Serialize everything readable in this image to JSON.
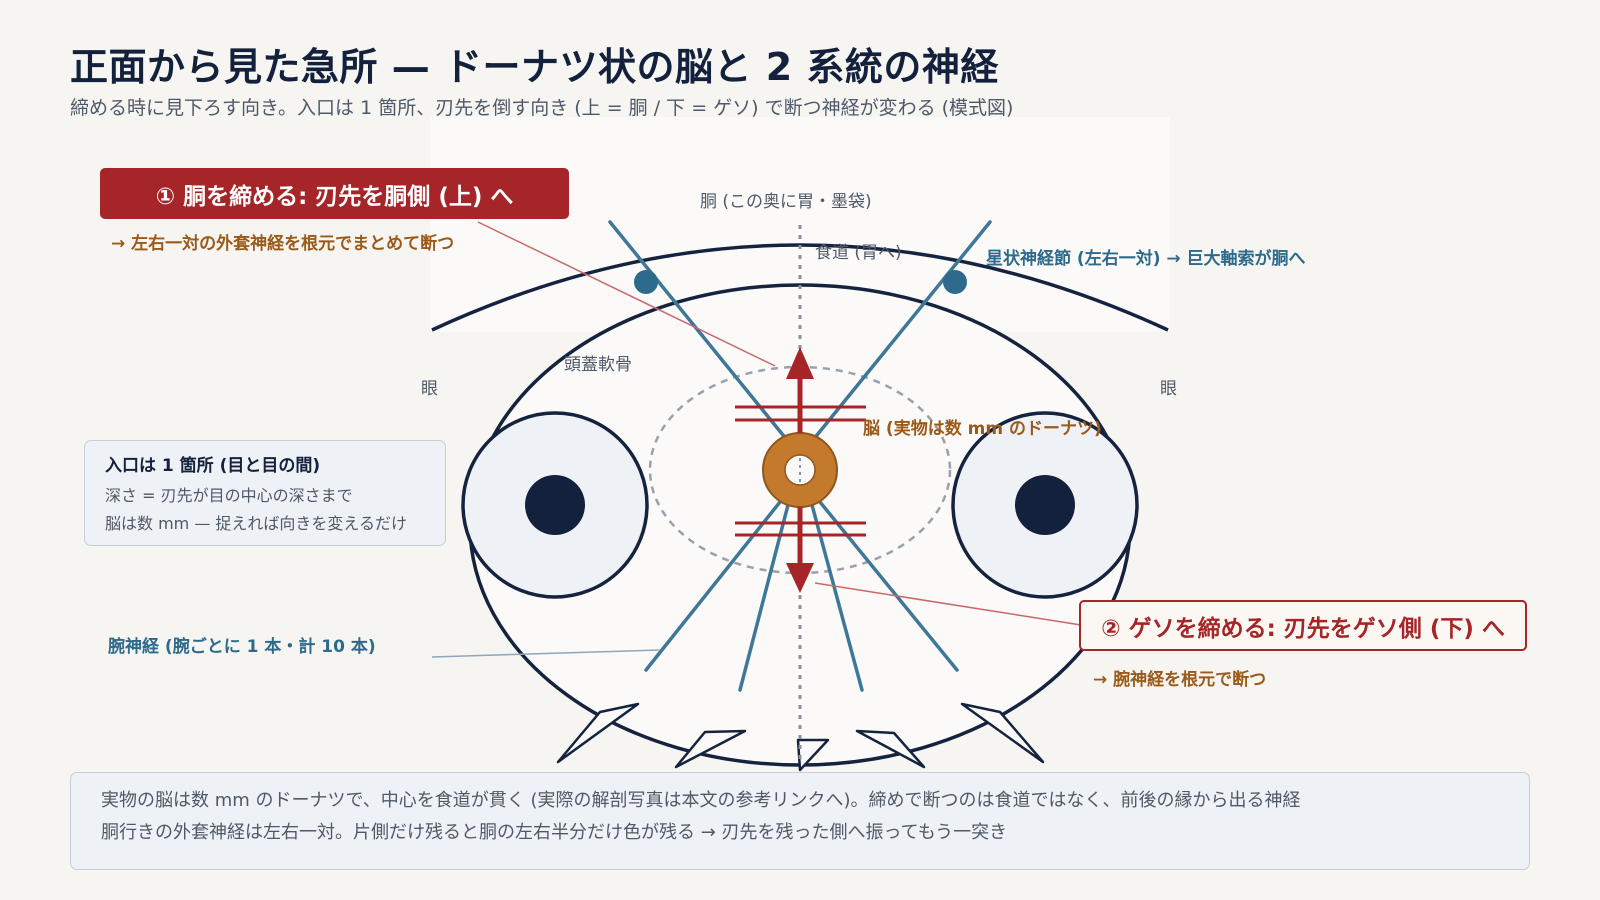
{
  "title": "正面から見た急所 — ドーナツ状の脳と 2 系統の神経",
  "subtitle": "締める時に見下ろす向き。入口は 1 箇所、刃先を倒す向き (上 = 胴 / 下 = ゲソ) で断つ神経が変わる (模式図)",
  "labels": {
    "body": "胴 (この奥に胃・墨袋)",
    "esophagus": "食道 (胃へ)",
    "stellate": "星状神経節 (左右一対) → 巨大軸索が胴へ",
    "eye_left": "眼",
    "eye_right": "眼",
    "cartilage": "頭蓋軟骨",
    "brain": "脳 (実物は数 mm のドーナツ)",
    "arm_nerves": "腕神経 (腕ごとに 1 本・計 10 本)"
  },
  "callouts": {
    "body_kill": {
      "title": "① 胴を締める: 刃先を胴側 (上) へ",
      "sub": "→ 左右一対の外套神経を根元でまとめて断つ"
    },
    "arm_kill": {
      "title": "② ゲソを締める: 刃先をゲソ側 (下) へ",
      "sub": "→ 腕神経を根元で断つ"
    }
  },
  "entry_box": {
    "title": "入口は 1 箇所 (目と目の間)",
    "lines": [
      "深さ = 刃先が目の中心の深さまで",
      "脳は数 mm — 捉えれば向きを変えるだけ"
    ]
  },
  "note": {
    "lines": [
      "実物の脳は数 mm のドーナツで、中心を食道が貫く (実際の解剖写真は本文の参考リンクへ)。締めで断つのは食道ではなく、前後の縁から出る神経",
      "胴行きの外套神経は左右一対。片側だけ残ると胴の左右半分だけ色が残る → 刃先を残った側へ振ってもう一突き"
    ]
  },
  "colors": {
    "outline": "#15233f",
    "nerve": "#3f7799",
    "brain": "#c47a2c",
    "accent_red": "#a52528",
    "label_orange": "#9a5a1a"
  }
}
